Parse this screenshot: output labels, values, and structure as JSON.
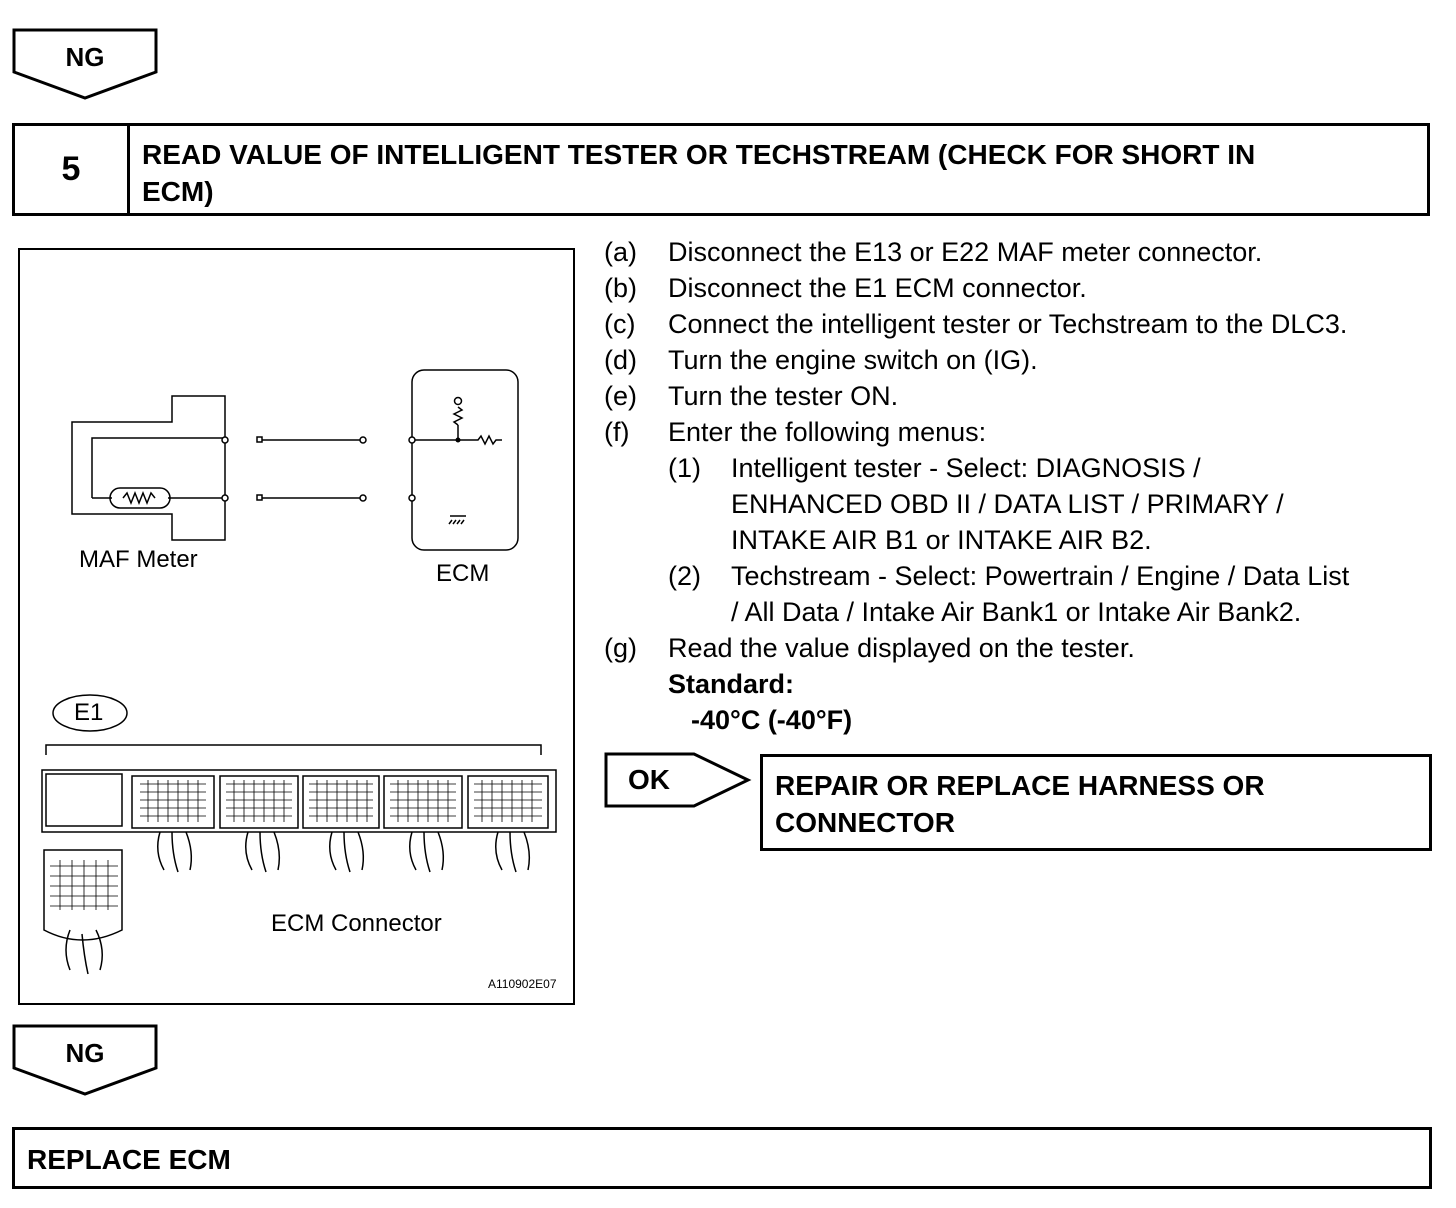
{
  "top_arrow": {
    "label": "NG"
  },
  "step": {
    "number": "5",
    "title_line1": "READ VALUE OF INTELLIGENT TESTER OR TECHSTREAM (CHECK FOR SHORT IN",
    "title_line2": "ECM)"
  },
  "figure": {
    "maf_label": "MAF Meter",
    "ecm_label": "ECM",
    "connector_id": "E1",
    "connector_label": "ECM Connector",
    "image_code": "A110902E07"
  },
  "procedure": {
    "a": {
      "marker": "(a)",
      "text": "Disconnect the E13 or E22 MAF meter connector."
    },
    "b": {
      "marker": "(b)",
      "text": "Disconnect the E1 ECM connector."
    },
    "c": {
      "marker": "(c)",
      "text": "Connect the intelligent tester or Techstream to the DLC3."
    },
    "d": {
      "marker": "(d)",
      "text": "Turn the engine switch on (IG)."
    },
    "e": {
      "marker": "(e)",
      "text": "Turn the tester ON."
    },
    "f": {
      "marker": "(f)",
      "text": "Enter the following menus:"
    },
    "f1": {
      "marker": "(1)",
      "line1": "Intelligent tester - Select: DIAGNOSIS /",
      "line2": "ENHANCED OBD II / DATA LIST / PRIMARY /",
      "line3": "INTAKE AIR B1 or INTAKE AIR B2."
    },
    "f2": {
      "marker": "(2)",
      "line1": "Techstream - Select: Powertrain / Engine / Data List",
      "line2": "/ All Data / Intake Air Bank1 or Intake Air Bank2."
    },
    "g": {
      "marker": "(g)",
      "text": "Read the value displayed on the tester."
    },
    "standard_label": "Standard:",
    "standard_value": "-40°C (-40°F)"
  },
  "ok_branch": {
    "label": "OK",
    "result_line1": "REPAIR OR REPLACE HARNESS OR",
    "result_line2": "CONNECTOR"
  },
  "bottom_arrow": {
    "label": "NG"
  },
  "final": {
    "text": "REPLACE ECM"
  }
}
